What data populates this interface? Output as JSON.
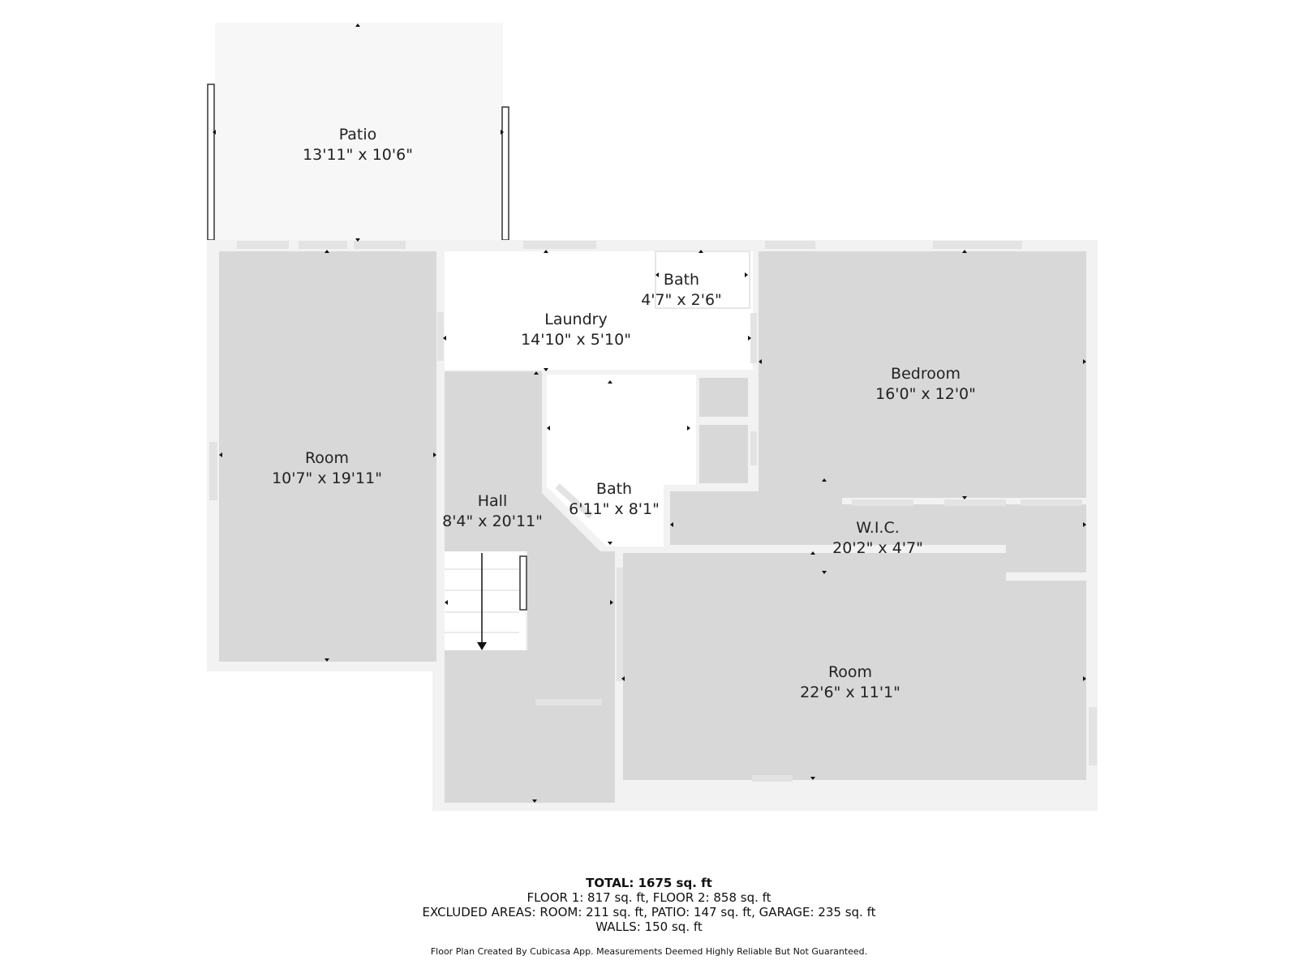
{
  "rooms": {
    "patio": {
      "name": "Patio",
      "dims": "13'11\" x 10'6\""
    },
    "room_left": {
      "name": "Room",
      "dims": "10'7\" x 19'11\""
    },
    "laundry": {
      "name": "Laundry",
      "dims": "14'10\" x 5'10\""
    },
    "bath_top": {
      "name": "Bath",
      "dims": "4'7\" x 2'6\""
    },
    "bedroom": {
      "name": "Bedroom",
      "dims": "16'0\" x 12'0\""
    },
    "hall": {
      "name": "Hall",
      "dims": "8'4\" x 20'11\""
    },
    "bath_mid": {
      "name": "Bath",
      "dims": "6'11\" x 8'1\""
    },
    "wic": {
      "name": "W.I.C.",
      "dims": "20'2\" x 4'7\""
    },
    "room_right": {
      "name": "Room",
      "dims": "22'6\" x 11'1\""
    }
  },
  "footer": {
    "total": "TOTAL: 1675 sq. ft",
    "floors": "FLOOR 1: 817 sq. ft, FLOOR 2: 858 sq. ft",
    "excluded": "EXCLUDED AREAS: ROOM: 211 sq. ft, PATIO: 147 sq. ft, GARAGE: 235 sq. ft",
    "walls": "WALLS: 150 sq. ft",
    "credit": "Floor Plan Created By Cubicasa App. Measurements Deemed Highly Reliable But Not Guaranteed."
  },
  "colors": {
    "room_fill": "#d9d8d9",
    "wall": "#f2f2f2",
    "open_area": "#ffffff",
    "patio_fill": "#f7f7f7"
  }
}
